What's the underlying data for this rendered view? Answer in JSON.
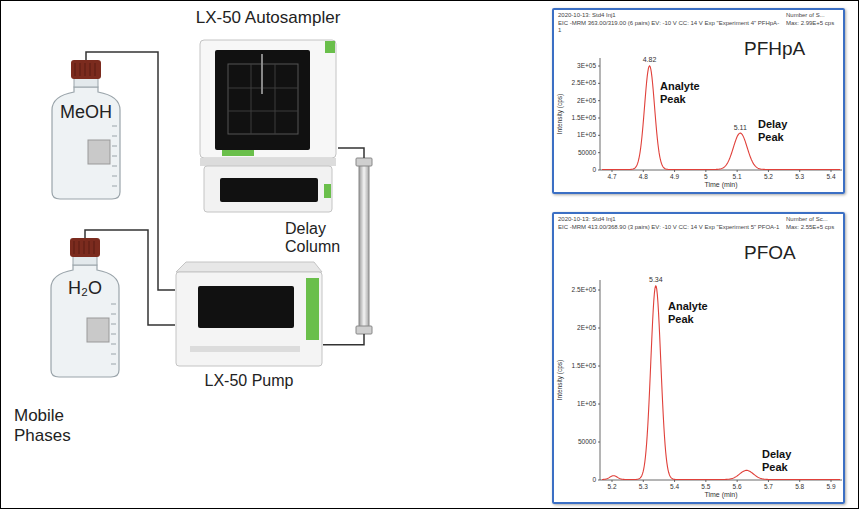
{
  "diagram": {
    "nodes": [
      {
        "text": [
          "LX-50 Autosampler"
        ]
      },
      {
        "text": [
          "MeOH"
        ]
      },
      {
        "text": [
          "H₂O"
        ]
      },
      {
        "text": [
          "LX-50 Pump"
        ]
      },
      {
        "text": [
          "Delay Column"
        ]
      },
      {
        "text": [
          "PFHpA"
        ]
      },
      {
        "text": [
          "PFOA"
        ]
      }
    ],
    "edges": [
      {
        "from": 1,
        "to": 3,
        "arrow": "none"
      },
      {
        "from": 2,
        "to": 3,
        "arrow": "none"
      },
      {
        "from": 3,
        "to": 4,
        "arrow": "none"
      },
      {
        "from": 4,
        "to": 0,
        "arrow": "none"
      }
    ],
    "labels": [
      "Mobile Phases",
      "2020-10-13: Std4 Inj1",
      "EIC -MRM 363.00/319.00 (6 pairs) EV: -10 V CC: 14 V Exp \"Experiment 4\" PFHpA-1",
      "Number of S...",
      "Max: 2.99E+5 cps",
      "4.82",
      "Analyte Peak",
      "5.11",
      "Delay Peak",
      "3E+05",
      "2.5E+05",
      "2E+05",
      "1.5E+05",
      "1E+05",
      "50000",
      "0",
      "Intensity (cps)",
      "4.7",
      "4.8",
      "4.9",
      "5",
      "5.1",
      "5.2",
      "5.3",
      "5.4",
      "Time (min)",
      "2020-10-13: Std4 Inj1",
      "EIC -MRM 413.00/368.90 (3 pairs) EV: -10 V CC: 14 V Exp \"Experiment 5\" PFOA-1",
      "Number of Sc...",
      "Max: 2.55E+5 cps",
      "5.34",
      "Analyte Peak",
      "Delay Peak",
      "2.5E+05",
      "2E+05",
      "1.5E+05",
      "1E+05",
      "50000",
      "0",
      "Intensity (cps)",
      "5.2",
      "5.3",
      "5.4",
      "5.5",
      "5.6",
      "5.7",
      "5.8",
      "5.9",
      "Time (min)"
    ]
  }
}
